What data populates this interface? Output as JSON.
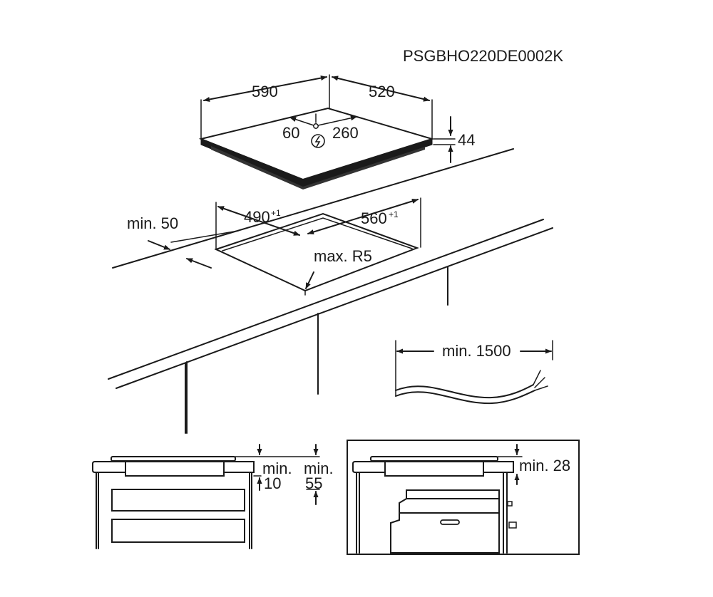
{
  "code": "PSGBHO220DE0002K",
  "hob": {
    "width": "590",
    "depth": "520",
    "height": "44",
    "conn_left": "60",
    "conn_right": "260"
  },
  "cutout": {
    "width": "490",
    "width_tol": "+1",
    "depth": "560",
    "depth_tol": "+1",
    "radius": "max. R5",
    "edge_distance": "min. 50"
  },
  "cable": {
    "length": "min. 1500"
  },
  "section_left": {
    "gap1_line1": "min.",
    "gap1_line2": "10",
    "gap2_line1": "min.",
    "gap2_line2": "55"
  },
  "section_right": {
    "gap": "min. 28"
  }
}
